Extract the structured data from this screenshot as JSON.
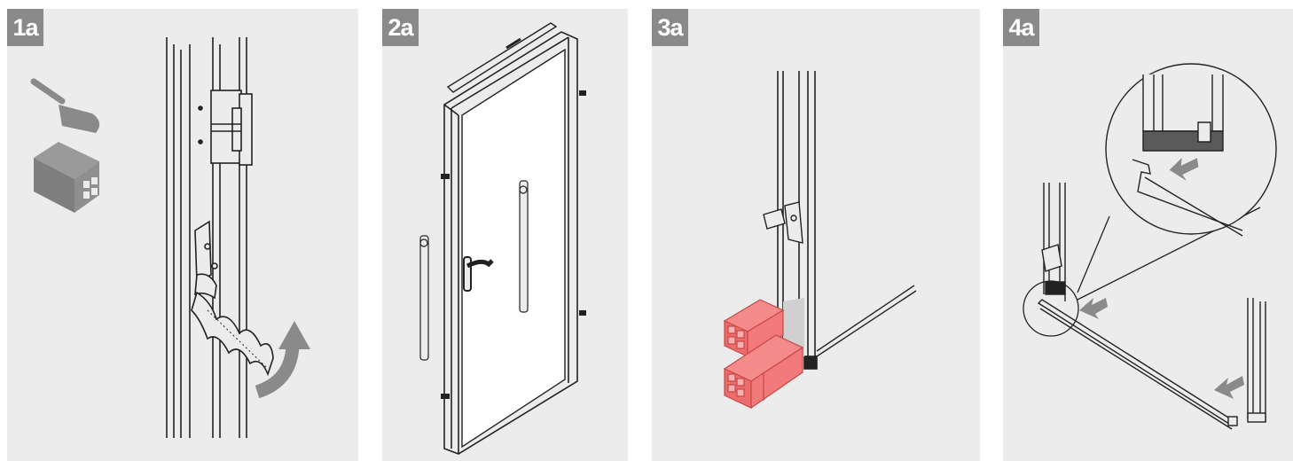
{
  "steps": [
    {
      "label": "1a"
    },
    {
      "label": "2a"
    },
    {
      "label": "3a"
    },
    {
      "label": "4a"
    }
  ],
  "colors": {
    "panel_bg": "#ececec",
    "badge_bg": "#8a8a8a",
    "badge_text": "#ffffff",
    "line": "#222222",
    "arrow_gray": "#8c8c8c",
    "brick_red": "#f26b6b",
    "brick_edge": "#c64848"
  },
  "icons": [
    "trowel-icon",
    "brick-icon",
    "curved-arrow-icon",
    "magnifier-circle-icon",
    "pointer-arrow-icon"
  ]
}
